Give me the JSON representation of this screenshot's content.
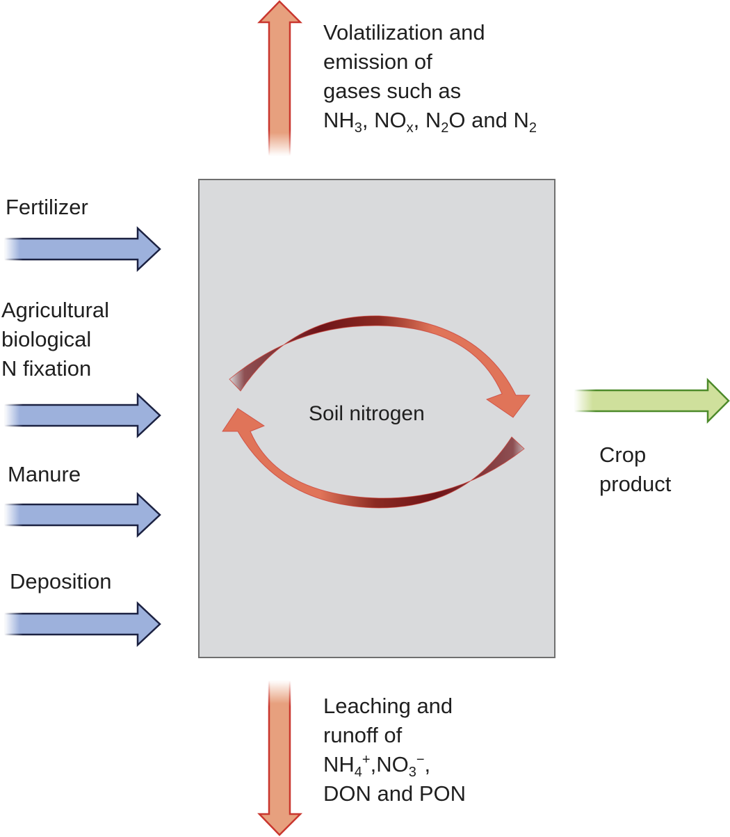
{
  "inputs": {
    "fertilizer": "Fertilizer",
    "agri_line1": "Agricultural",
    "agri_line2": "biological",
    "agri_line3": "N fixation",
    "manure": "Manure",
    "deposition": "Deposition"
  },
  "center_label": "Soil nitrogen",
  "output_crop": {
    "line1": "Crop",
    "line2": "product"
  },
  "volatilization": {
    "line1": "Volatilization and",
    "line2": "emission of",
    "line3": "gases such as",
    "nh": "NH",
    "nh_sub": "3",
    "sep1": ", NO",
    "nox_sub": "x",
    "sep2": ", N",
    "n2o_sub": "2",
    "o_and_n": "O and N",
    "n2_sub": "2"
  },
  "leaching": {
    "line1": "Leaching and",
    "line2": "runoff of",
    "nh": "NH",
    "nh4_sub": "4",
    "nh4_sup": "+",
    "sep": ",NO",
    "no3_sub": "3",
    "no3_sup": "−",
    "line4": "DON and PON"
  },
  "colors": {
    "blue_arrow": "#9db1dc",
    "blue_outline": "#1b2141",
    "green_arrow": "#cfe09c",
    "green_outline": "#4d8a2a",
    "orange_arrow": "#e7a07e",
    "orange_outline": "#c9362e",
    "cycle_arrow": "#e07459",
    "cycle_dark": "#6e1418",
    "box_fill": "#d9dadc",
    "box_border": "#6f6f6f"
  }
}
